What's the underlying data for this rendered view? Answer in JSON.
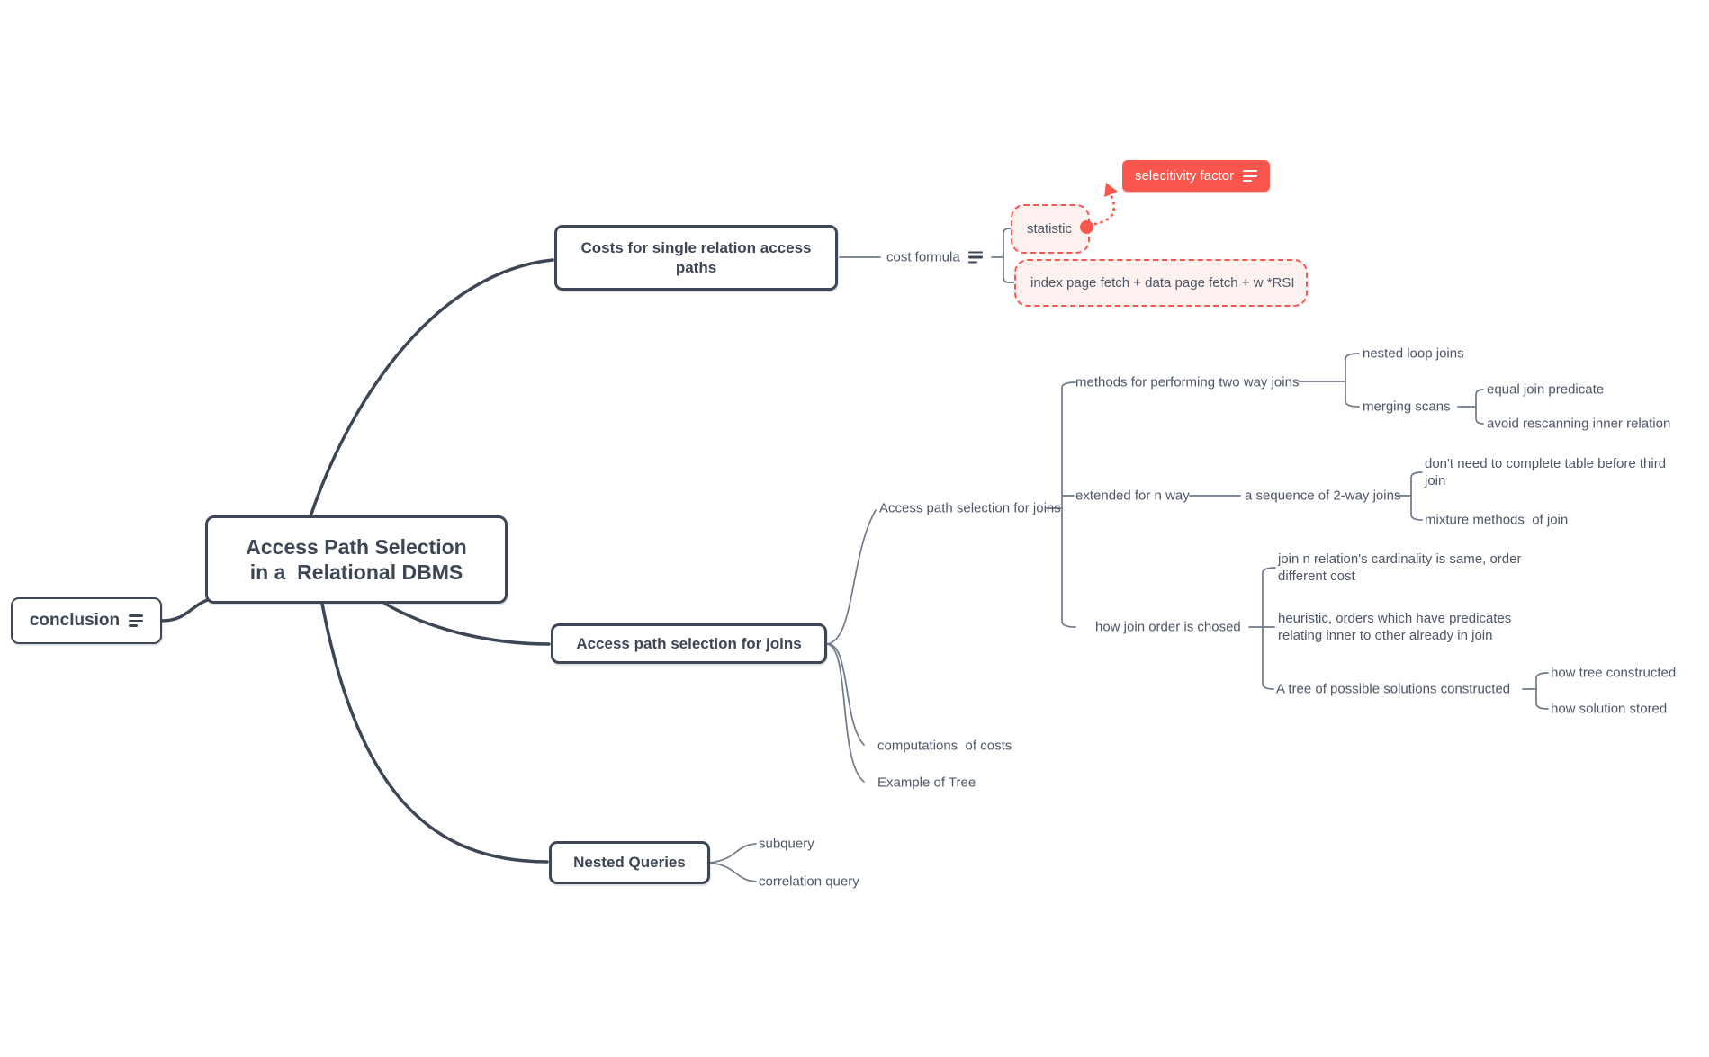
{
  "colors": {
    "topic_border": "#3d4655",
    "connector": "#6e7988",
    "accent_red": "#fa564e",
    "accent_red_bg": "#fdf1f0",
    "leaf_text": "#4d5666"
  },
  "root": {
    "title": "Access Path Selection\nin a  Relational DBMS"
  },
  "conclusion": {
    "label": "conclusion"
  },
  "costs": {
    "label": "Costs for single relation access\npaths",
    "cost_formula": "cost formula",
    "statistic": "statistic",
    "formula": "index page fetch + data page fetch + w *RSI",
    "selectivity_factor": "selecitivity factor"
  },
  "joins": {
    "label": "Access path selection for joins",
    "selection": "Access path selection for joins",
    "methods": "methods for performing two way joins",
    "nested_loop": "nested loop joins",
    "merging_scans": "merging scans",
    "equal_join": "equal join predicate",
    "avoid_rescan": "avoid rescanning inner relation",
    "extended": "extended for n way",
    "sequence": "a sequence of 2-way joins",
    "dont_need": "don't need to complete table before third\njoin",
    "mixture": "mixture methods  of join",
    "order": "how join order is chosed",
    "cardinality": "join n relation's cardinality is same, order\ndifferent cost",
    "heuristic": "heuristic, orders which have predicates\nrelating inner to other already in join",
    "tree": "A tree of possible solutions constructed",
    "tree_constructed": "how tree constructed",
    "solution_stored": "how solution stored",
    "computations": "computations  of costs",
    "example": "Example of Tree"
  },
  "nested": {
    "label": "Nested Queries",
    "subquery": "subquery",
    "correlation": "correlation query"
  }
}
